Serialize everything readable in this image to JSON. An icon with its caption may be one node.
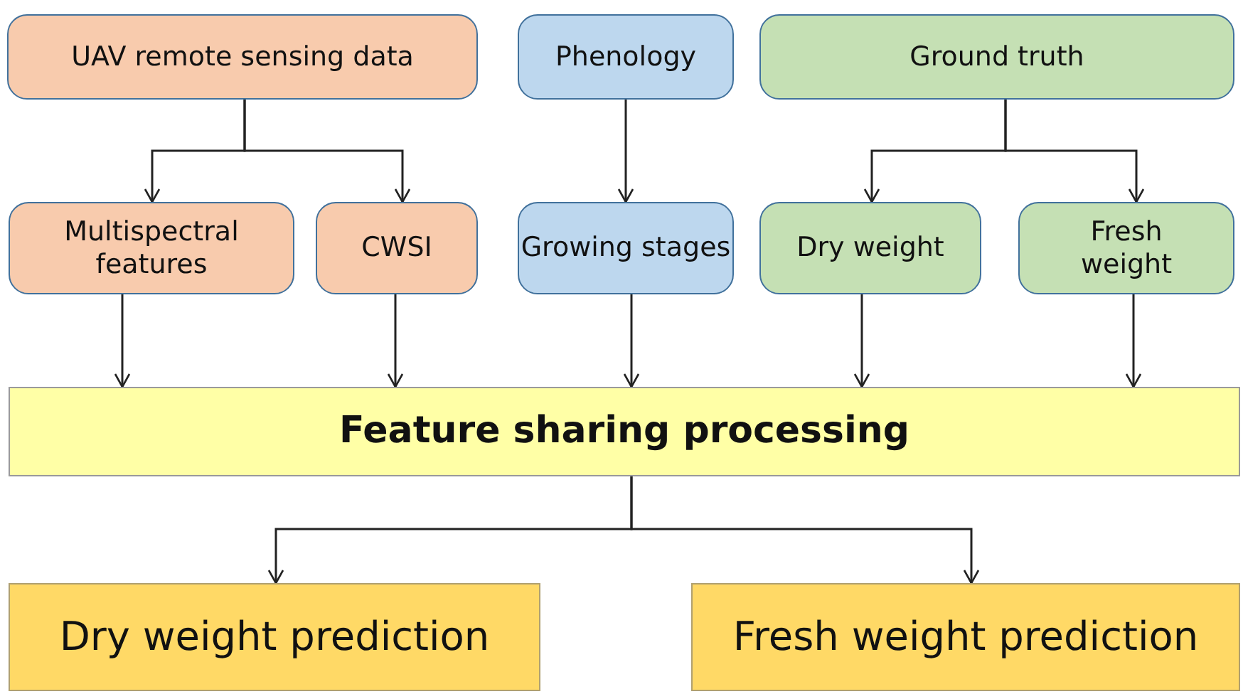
{
  "diagram": {
    "nodes": [
      {
        "text": [
          "UAV remote sensing data"
        ]
      },
      {
        "text": [
          "Phenology"
        ]
      },
      {
        "text": [
          "Ground truth"
        ]
      },
      {
        "text": [
          "Multispectral features"
        ]
      },
      {
        "text": [
          "CWSI"
        ]
      },
      {
        "text": [
          "Growing stages"
        ]
      },
      {
        "text": [
          "Dry weight"
        ]
      },
      {
        "text": [
          "Fresh weight"
        ]
      },
      {
        "text": [
          "Feature sharing processing"
        ]
      },
      {
        "text": [
          "Dry weight prediction"
        ]
      },
      {
        "text": [
          "Fresh weight prediction"
        ]
      }
    ],
    "edges": [
      {
        "from": 0,
        "to": 3,
        "arrow": "to"
      },
      {
        "from": 0,
        "to": 4,
        "arrow": "to"
      },
      {
        "from": 1,
        "to": 5,
        "arrow": "to"
      },
      {
        "from": 2,
        "to": 6,
        "arrow": "to"
      },
      {
        "from": 2,
        "to": 7,
        "arrow": "to"
      },
      {
        "from": 3,
        "to": 8,
        "arrow": "to"
      },
      {
        "from": 4,
        "to": 8,
        "arrow": "to"
      },
      {
        "from": 5,
        "to": 8,
        "arrow": "to"
      },
      {
        "from": 6,
        "to": 8,
        "arrow": "to"
      },
      {
        "from": 7,
        "to": 8,
        "arrow": "to"
      },
      {
        "from": 8,
        "to": 9,
        "arrow": "to"
      },
      {
        "from": 8,
        "to": 10,
        "arrow": "to"
      }
    ]
  }
}
